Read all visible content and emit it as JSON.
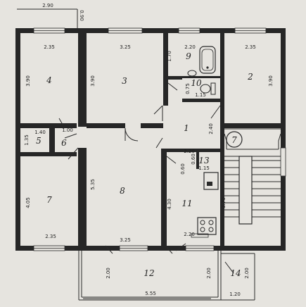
{
  "rooms": {
    "r1": "1",
    "r2": "2",
    "r3": "3",
    "r4": "4",
    "r5": "5",
    "r6": "6",
    "r7": "7",
    "r8": "8",
    "r9": "9",
    "r10": "10",
    "r11": "11",
    "r12": "12",
    "r13": "13",
    "r14": "14",
    "stair": "7"
  },
  "dimensions": {
    "top_width": "2.90",
    "top_side": "0.90",
    "room4_w": "2.35",
    "room4_h": "3.90",
    "room3_w": "3.25",
    "room3_h": "3.90",
    "room9_w": "2.20",
    "room9_h": "1.70",
    "room10_w": "1.15",
    "room10_h": "0.75",
    "room2_w": "2.35",
    "room2_h": "3.90",
    "room5_w": "1.40",
    "room5_h": "1.35",
    "room6_w": "1.00",
    "corridor_w": "2.20",
    "corridor_h": "2.40",
    "room13_w": "1.15",
    "room13_h": "0.60",
    "room13_door": "0.60",
    "room7_h": "4.05",
    "room7_w": "2.35",
    "room8_h": "5.35",
    "room8_w": "3.25",
    "room11_h": "4.30",
    "room11_w": "2.20",
    "stair_h": "3.70",
    "balcony_w": "5.55",
    "balcony_h": "2.00",
    "room14_h1": "2.00",
    "room14_h2": "2.00",
    "room14_w": "1.20"
  }
}
